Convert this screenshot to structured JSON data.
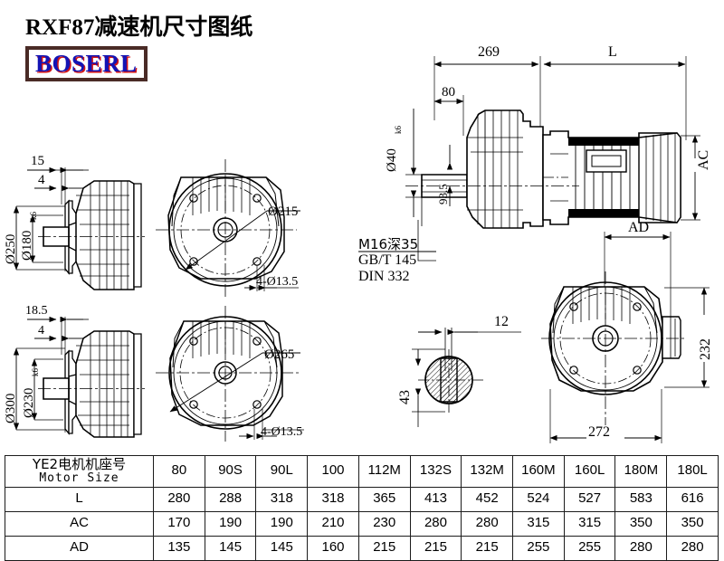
{
  "title": {
    "main": "RXF87减速机尺寸图纸"
  },
  "logo": {
    "text": "BOSERL",
    "text_color": "#1414b4",
    "shadow_color": "#d31414",
    "border_color": "#4a2b26"
  },
  "views": {
    "top_left": {
      "name": "flange-section-small",
      "dims": [
        "15",
        "4",
        "Ø250",
        "Ø180",
        "k6"
      ]
    },
    "bottom_left": {
      "name": "flange-section-large",
      "dims": [
        "18.5",
        "4",
        "Ø300",
        "Ø230",
        "k6"
      ]
    },
    "top_mid": {
      "name": "front-view-small",
      "dims": [
        "Ø215",
        "4-Ø13.5"
      ]
    },
    "bottom_mid": {
      "name": "front-view-large",
      "dims": [
        "Ø265",
        "4-Ø13.5"
      ]
    },
    "main_assembly": {
      "name": "side-assembly-view",
      "dims": [
        "269",
        "L",
        "80",
        "Ø40",
        "k6",
        "93.5",
        "AC"
      ]
    },
    "key_detail": {
      "name": "shaft-key-detail",
      "dims": [
        "12",
        "43"
      ]
    },
    "right_view": {
      "name": "end-view",
      "dims": [
        "AD",
        "232",
        "272"
      ]
    }
  },
  "notes": {
    "line1": "M16深35",
    "line2": "GB/T 145",
    "line3": "DIN 332"
  },
  "spec_table": {
    "header_cn": "YE2电机机座号",
    "header_en": "Motor Size",
    "columns": [
      "80",
      "90S",
      "90L",
      "100",
      "112M",
      "132S",
      "132M",
      "160M",
      "160L",
      "180M",
      "180L"
    ],
    "rows": [
      {
        "label": "L",
        "values": [
          "280",
          "288",
          "318",
          "318",
          "365",
          "413",
          "452",
          "524",
          "527",
          "583",
          "616"
        ]
      },
      {
        "label": "AC",
        "values": [
          "170",
          "190",
          "190",
          "210",
          "230",
          "280",
          "280",
          "315",
          "315",
          "350",
          "350"
        ]
      },
      {
        "label": "AD",
        "values": [
          "135",
          "145",
          "145",
          "160",
          "215",
          "215",
          "215",
          "255",
          "255",
          "280",
          "280"
        ]
      }
    ]
  },
  "dimension_labels": {
    "d15": "15",
    "d4a": "4",
    "d250": "Ø250",
    "d180": "Ø180",
    "k6a": "k6",
    "d18_5": "18.5",
    "d4b": "4",
    "d300": "Ø300",
    "d230": "Ø230",
    "k6b": "k6",
    "d215": "Ø215",
    "hole_small": "4-Ø13.5",
    "d265": "Ø265",
    "hole_large": "4-Ø13.5",
    "d269": "269",
    "dL": "L",
    "d80": "80",
    "d40": "Ø40",
    "k6c": "k6",
    "d93_5": "93.5",
    "dAC": "AC",
    "d12": "12",
    "d43": "43",
    "dAD": "AD",
    "d232": "232",
    "d272": "272"
  }
}
